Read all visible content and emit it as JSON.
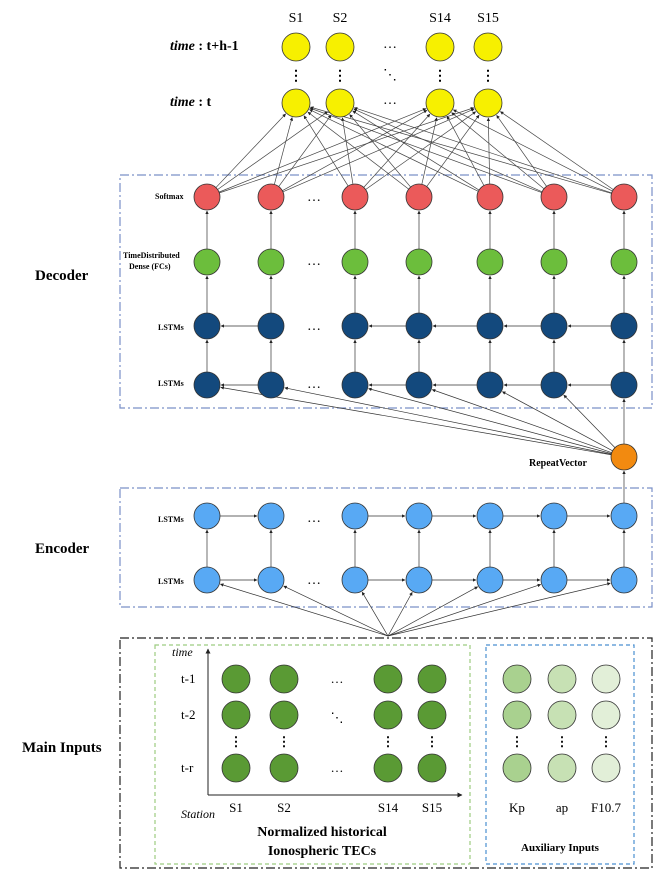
{
  "output": {
    "station_labels": [
      "S1",
      "S2",
      "S14",
      "S15"
    ],
    "time_label_word": "time",
    "time_label_top_suffix": " : t+h-1",
    "time_label_bottom_suffix": " : t",
    "ellipsis_h": "…",
    "ellipsis_v": "⋮",
    "ellipsis_d": "⋱"
  },
  "decoder": {
    "label": "Decoder",
    "softmax_label": "Softmax",
    "dense_label_line1": "TimeDistributed",
    "dense_label_line2": "Dense (FCs)",
    "lstm_label_top": "LSTMs",
    "lstm_label_bottom": "LSTMs",
    "ellipsis": "…"
  },
  "repeat_vector": {
    "label": "RepeatVector"
  },
  "encoder": {
    "label": "Encoder",
    "lstm_label_top": "LSTMs",
    "lstm_label_bottom": "LSTMs",
    "ellipsis": "…"
  },
  "main_inputs": {
    "label": "Main Inputs",
    "time_axis_label": "time",
    "station_axis_label": "Station",
    "row_labels": [
      "t-1",
      "t-2",
      "t-r"
    ],
    "station_labels": [
      "S1",
      "S2",
      "S14",
      "S15"
    ],
    "ellipsis_h": "…",
    "ellipsis_v": "⋮",
    "ellipsis_d": "⋱",
    "caption_line1": "Normalized historical",
    "caption_line2": "Ionospheric TECs"
  },
  "auxiliary": {
    "caption": "Auxiliary Inputs",
    "labels": [
      "Kp",
      "ap",
      "F10.7"
    ],
    "ellipsis_v": "⋮"
  },
  "colors": {
    "output_node": "#f7f000",
    "softmax_node": "#eb5a5a",
    "dense_node": "#6cbe3c",
    "decoder_lstm_node": "#13497d",
    "repeat_vector_node": "#f28a10",
    "encoder_lstm_node": "#58a9f4",
    "tec_node": "#5a9a34",
    "aux_kp": "#a9d18f",
    "aux_ap": "#c7e1b4",
    "aux_f107": "#e2efd8",
    "dashed_box_blue": "#7a90c8",
    "dashed_box_green": "#9ccc80",
    "dashed_box_aux": "#4a8fd0"
  }
}
